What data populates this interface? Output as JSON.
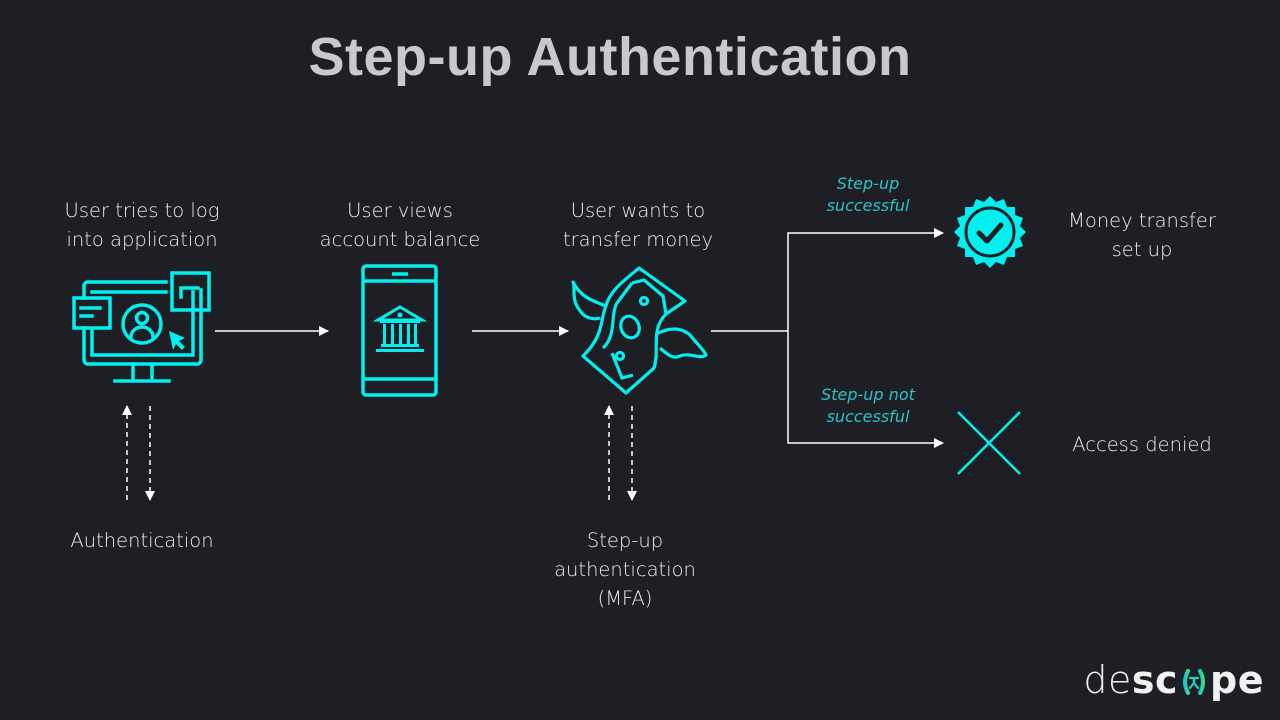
{
  "title": "Step-up Authentication",
  "colors": {
    "background": "#1e1f24",
    "accent": "#00f0f0",
    "note": "#27c4c8",
    "text": "#ececee",
    "title": "#c8c8cd"
  },
  "steps": [
    {
      "label_line1": "User tries to log",
      "label_line2": "into application",
      "icon": "computer-login-icon"
    },
    {
      "label_line1": "User views",
      "label_line2": "account balance",
      "icon": "mobile-bank-icon"
    },
    {
      "label_line1": "User wants to",
      "label_line2": "transfer money",
      "icon": "flying-money-icon"
    }
  ],
  "auth_labels": {
    "authentication": "Authentication",
    "stepup_line1": "Step-up",
    "stepup_line2": "authentication",
    "stepup_line3": "(MFA)"
  },
  "branches": {
    "success": {
      "note_line1": "Step-up",
      "note_line2": "successful",
      "result_line1": "Money transfer",
      "result_line2": "set up",
      "icon": "verified-badge-icon"
    },
    "failure": {
      "note_line1": "Step-up not",
      "note_line2": "successful",
      "result": "Access denied",
      "icon": "x-cross-icon"
    }
  },
  "logo": {
    "part1": "de",
    "part2": "sc",
    "part3": "pe"
  }
}
